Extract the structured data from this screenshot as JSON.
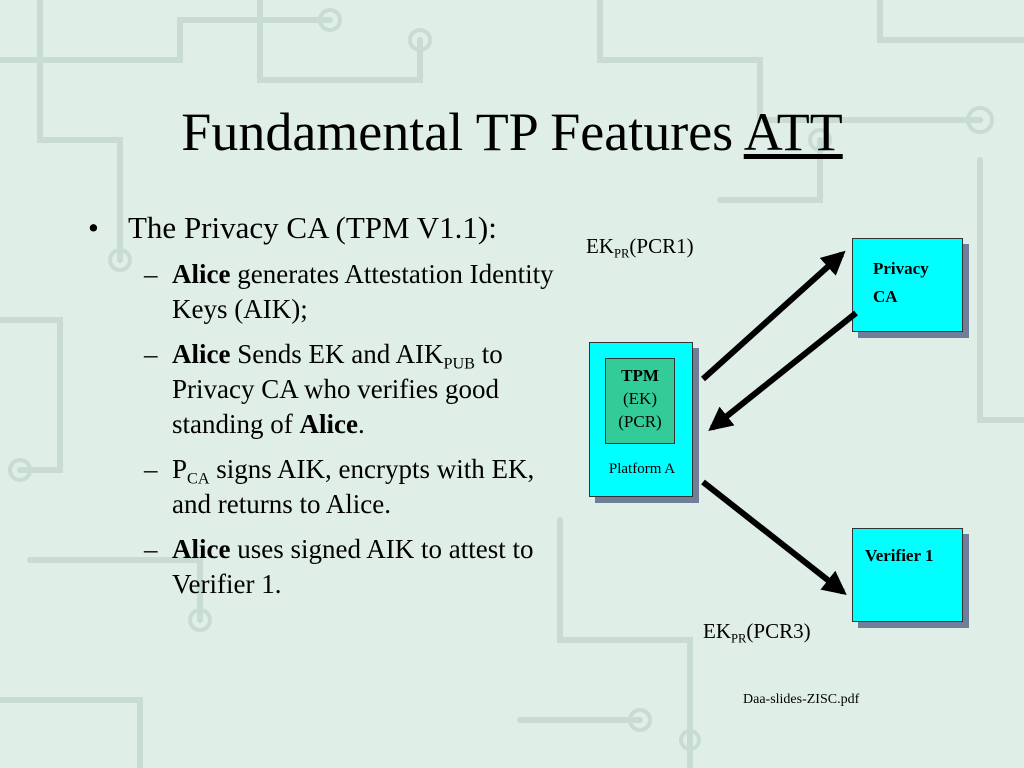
{
  "slide": {
    "title": "Fundamental TP Features ",
    "title_link": "ATT",
    "bullet_marker": "•",
    "dash_marker": "–",
    "bullets": [
      {
        "text": "The Privacy CA (TPM V1.1):",
        "subs": [
          [
            "Alice",
            " generates Attestation Identity Keys (AIK);"
          ],
          [
            "Alice",
            " Sends EK and AIK",
            "PUB",
            " to Privacy CA who verifies good standing of ",
            "Alice",
            "."
          ],
          [
            "P",
            "CA",
            " signs AIK, encrypts with EK, and returns to Alice."
          ],
          [
            "Alice",
            " uses signed AIK to attest to Verifier 1."
          ]
        ]
      }
    ]
  },
  "diagram": {
    "privacy_ca": "Privacy CA",
    "privacy_ca_line1": "Privacy",
    "privacy_ca_line2": "CA",
    "verifier": "Verifier 1",
    "tpm": "TPM",
    "tpm_ek": "(EK)",
    "tpm_pcr": "(PCR)",
    "platform": "Platform A",
    "ek_label": "EK",
    "ek_sub": "PR",
    "pcr1": "(PCR1)",
    "pcr3": "(PCR3)"
  },
  "footnote": "Daa-slides-ZISC.pdf",
  "colors": {
    "background": "#dfeee7",
    "box_fill": "#00ffff",
    "tpm_fill": "#33cc99",
    "shadow": "#6f7f99",
    "circuit_lines": "#c4d9cf"
  }
}
